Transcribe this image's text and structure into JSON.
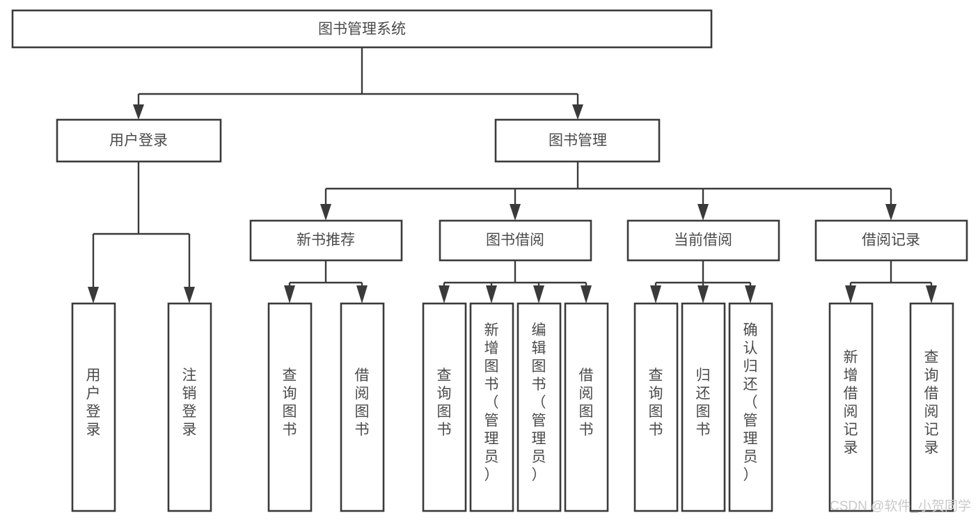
{
  "diagram": {
    "title": "图书管理系统",
    "type": "hierarchy-tree",
    "levels": [
      {
        "level": 1,
        "nodes": [
          {
            "id": "root",
            "label": "图书管理系统",
            "orientation": "horizontal"
          }
        ]
      },
      {
        "level": 2,
        "nodes": [
          {
            "id": "user-login",
            "label": "用户登录",
            "orientation": "horizontal"
          },
          {
            "id": "book-mgmt",
            "label": "图书管理",
            "orientation": "horizontal"
          }
        ]
      },
      {
        "level": 3,
        "nodes": [
          {
            "id": "new-book-rec",
            "label": "新书推荐",
            "orientation": "horizontal"
          },
          {
            "id": "book-borrow",
            "label": "图书借阅",
            "orientation": "horizontal"
          },
          {
            "id": "current-borrow",
            "label": "当前借阅",
            "orientation": "horizontal"
          },
          {
            "id": "borrow-record",
            "label": "借阅记录",
            "orientation": "horizontal"
          }
        ]
      },
      {
        "level": 4,
        "nodes": [
          {
            "id": "leaf-user-login",
            "label": "用户登录",
            "orientation": "vertical",
            "parent": "user-login"
          },
          {
            "id": "leaf-logout",
            "label": "注销登录",
            "orientation": "vertical",
            "parent": "user-login"
          },
          {
            "id": "leaf-query-book-1",
            "label": "查询图书",
            "orientation": "vertical",
            "parent": "new-book-rec"
          },
          {
            "id": "leaf-borrow-book-1",
            "label": "借阅图书",
            "orientation": "vertical",
            "parent": "new-book-rec"
          },
          {
            "id": "leaf-query-book-2",
            "label": "查询图书",
            "orientation": "vertical",
            "parent": "book-borrow"
          },
          {
            "id": "leaf-add-book",
            "label": "新增图书（管理员）",
            "orientation": "vertical",
            "parent": "book-borrow"
          },
          {
            "id": "leaf-edit-book",
            "label": "编辑图书（管理员）",
            "orientation": "vertical",
            "parent": "book-borrow"
          },
          {
            "id": "leaf-borrow-book-2",
            "label": "借阅图书",
            "orientation": "vertical",
            "parent": "book-borrow"
          },
          {
            "id": "leaf-query-book-3",
            "label": "查询图书",
            "orientation": "vertical",
            "parent": "current-borrow"
          },
          {
            "id": "leaf-return-book",
            "label": "归还图书",
            "orientation": "vertical",
            "parent": "current-borrow"
          },
          {
            "id": "leaf-confirm-return",
            "label": "确认归还（管理员）",
            "orientation": "vertical",
            "parent": "current-borrow"
          },
          {
            "id": "leaf-add-record",
            "label": "新增借阅记录",
            "orientation": "vertical",
            "parent": "borrow-record"
          },
          {
            "id": "leaf-query-record",
            "label": "查询借阅记录",
            "orientation": "vertical",
            "parent": "borrow-record"
          }
        ]
      }
    ],
    "colors": {
      "box_stroke": "#3a3a3a",
      "box_fill": "#ffffff",
      "text": "#4a4a4a",
      "connector": "#3a3a3a",
      "watermark": "#c9c9c9",
      "background": "#ffffff"
    }
  },
  "watermark": {
    "text": "CSDN @软件_小贺同学"
  }
}
